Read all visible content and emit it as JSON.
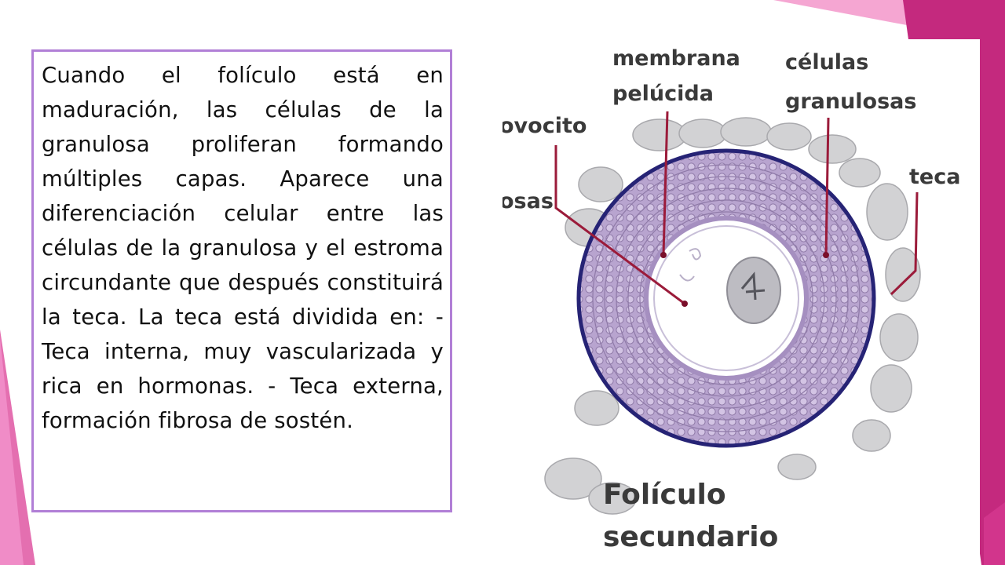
{
  "slide": {
    "body_text": "Cuando el folículo está en maduración, las células de la granulosa proliferan formando múltiples capas. Aparece una diferenciación celular entre las células de la granulosa y el estroma circundante que después constituirá la teca. La teca está dividida en: - Teca interna, muy vascularizada y rica en hormonas. - Teca externa, formación fibrosa de sostén."
  },
  "figure": {
    "labels": {
      "membrana_1": "membrana",
      "membrana_2": "pelúcida",
      "celulas_1": "células",
      "celulas_2": "granulosas",
      "ovocito": "ovocito",
      "teca": "teca",
      "losas": "osas",
      "title_1": "Folículo",
      "title_2": "secundario"
    }
  },
  "colors": {
    "accent_magenta": "#c4297e",
    "accent_pink": "#f08cc7",
    "box_border": "#b17fd6",
    "follicle_outline": "#262375",
    "cell_fill": "#b8a4cf",
    "pointer_line": "#9b1b3a"
  }
}
